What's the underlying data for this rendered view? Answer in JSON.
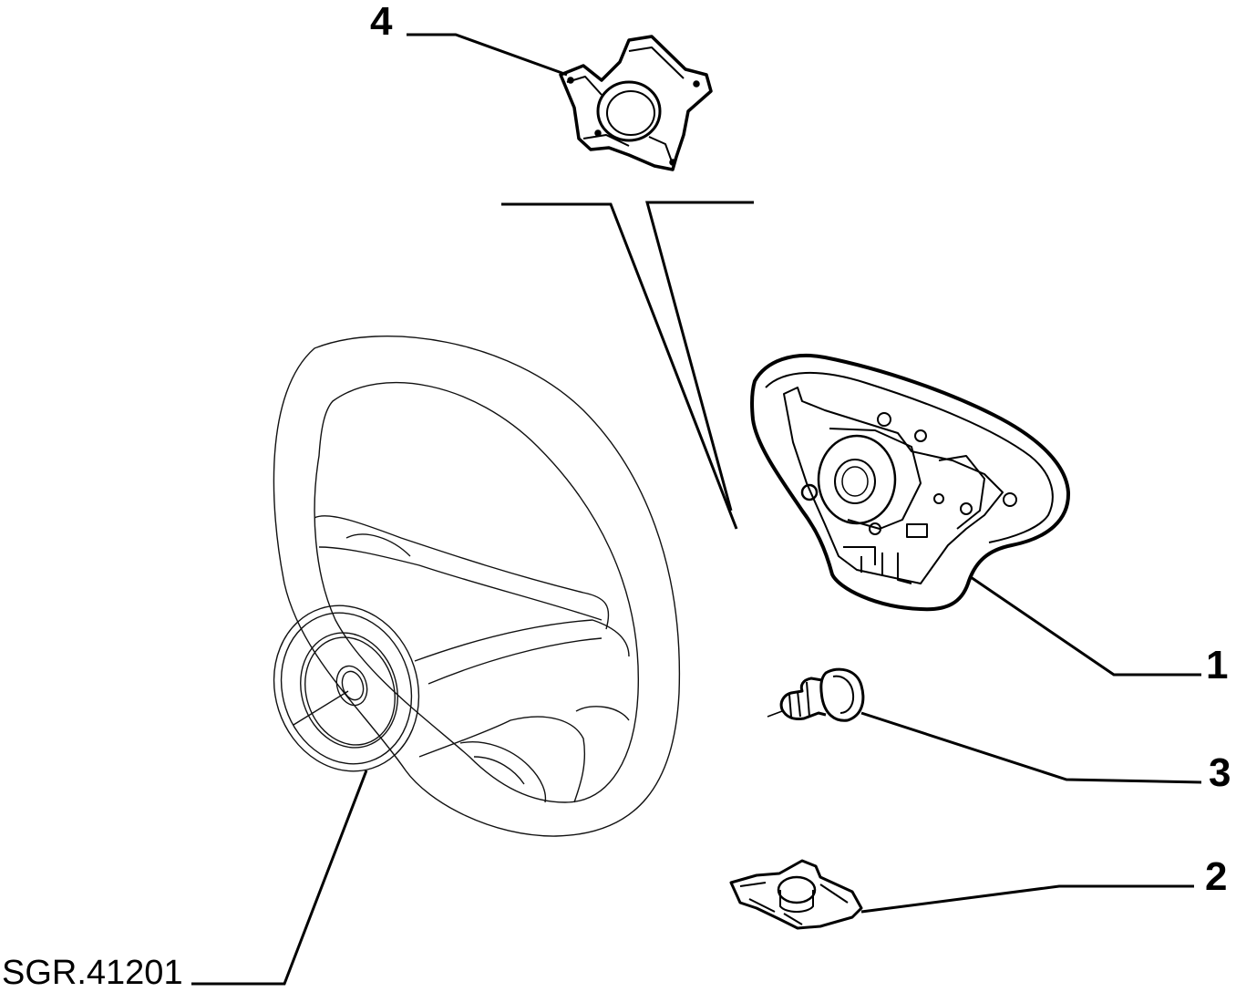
{
  "labels": {
    "part_4": "4",
    "part_1": "1",
    "part_3": "3",
    "part_2": "2"
  },
  "reference": "SGR.41201",
  "colors": {
    "ink": "#000000",
    "light_ink": "#1a1a1a",
    "background": "#ffffff"
  }
}
